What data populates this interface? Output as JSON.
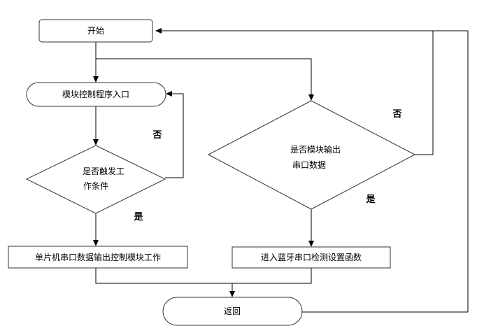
{
  "nodes": {
    "start": "开始",
    "module_entry": "模块控制程序入口",
    "trigger_condition": [
      "是否触发工",
      "作条件"
    ],
    "serial_output_check": [
      "是否模块输出",
      "串口数据"
    ],
    "mcu_serial_control": "单片机串口数据输出控制模块工作",
    "bluetooth_check": "进入蓝牙串口检测设置函数",
    "return": "返回"
  },
  "edges": {
    "trigger_no": "否",
    "trigger_yes": "是",
    "serial_no": "否",
    "serial_yes": "是"
  }
}
